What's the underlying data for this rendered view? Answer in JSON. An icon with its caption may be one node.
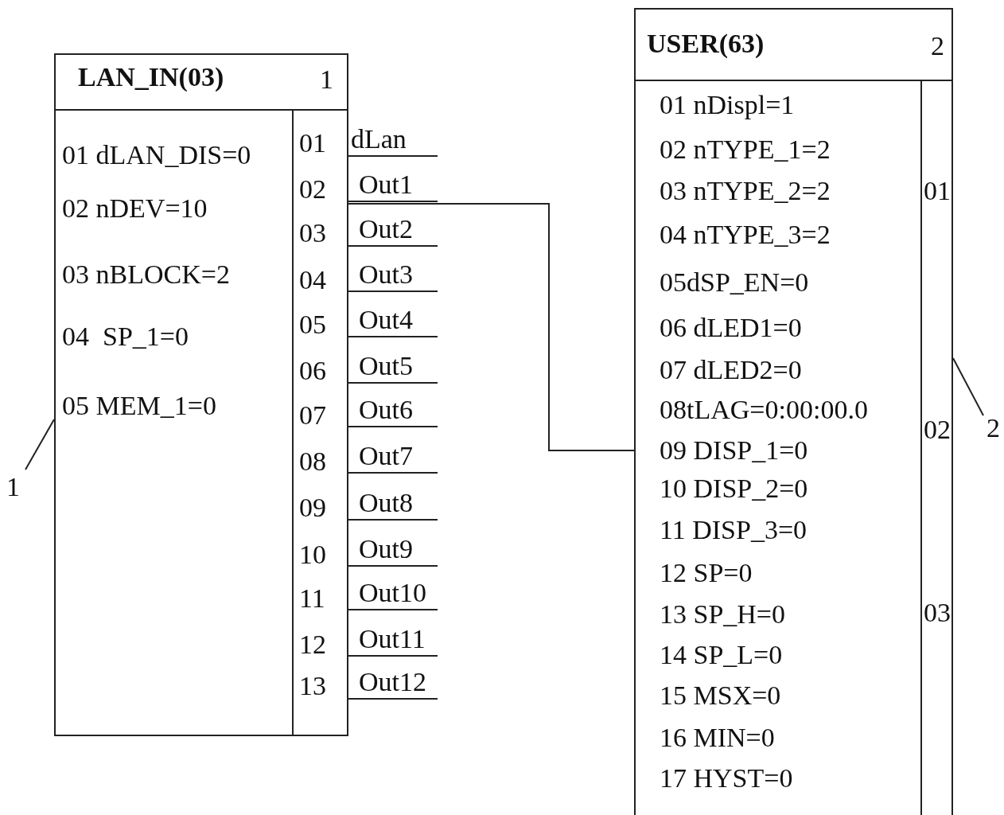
{
  "diagram": {
    "nodes": [
      {
        "text": [
          "LAN_IN(03)",
          "1",
          "01 dLAN_DIS=0",
          "02 nDEV=10",
          "03 nBLOCK=2",
          "04  SP_1=0",
          "05 MEM_1=0",
          "01",
          "02",
          "03",
          "04",
          "05",
          "06",
          "07",
          "08",
          "09",
          "10",
          "11",
          "12",
          "13",
          "dLan",
          "Out1",
          "Out2",
          "Out3",
          "Out4",
          "Out5",
          "Out6",
          "Out7",
          "Out8",
          "Out9",
          "Out10",
          "Out11",
          "Out12"
        ]
      },
      {
        "text": [
          "USER(63)",
          "2",
          "01 nDispl=1",
          "02 nTYPE_1=2",
          "03 nTYPE_2=2",
          "04 nTYPE_3=2",
          "05dSP_EN=0",
          "06 dLED1=0",
          "07 dLED2=0",
          "08tLAG=0:00:00.0",
          "09 DISP_1=0",
          "10 DISP_2=0",
          "11 DISP_3=0",
          "12 SP=0",
          "13 SP_H=0",
          "14 SP_L=0",
          "15 MSX=0",
          "16 MIN=0",
          "17 HYST=0",
          "01",
          "02",
          "03"
        ]
      },
      {
        "text": [
          "1"
        ]
      },
      {
        "text": [
          "2"
        ]
      }
    ],
    "edges": [
      {
        "from": 0,
        "to": 1,
        "arrow": "none"
      },
      {
        "from": 2,
        "to": 0,
        "arrow": "none"
      },
      {
        "from": 3,
        "to": 1,
        "arrow": "none"
      }
    ]
  }
}
